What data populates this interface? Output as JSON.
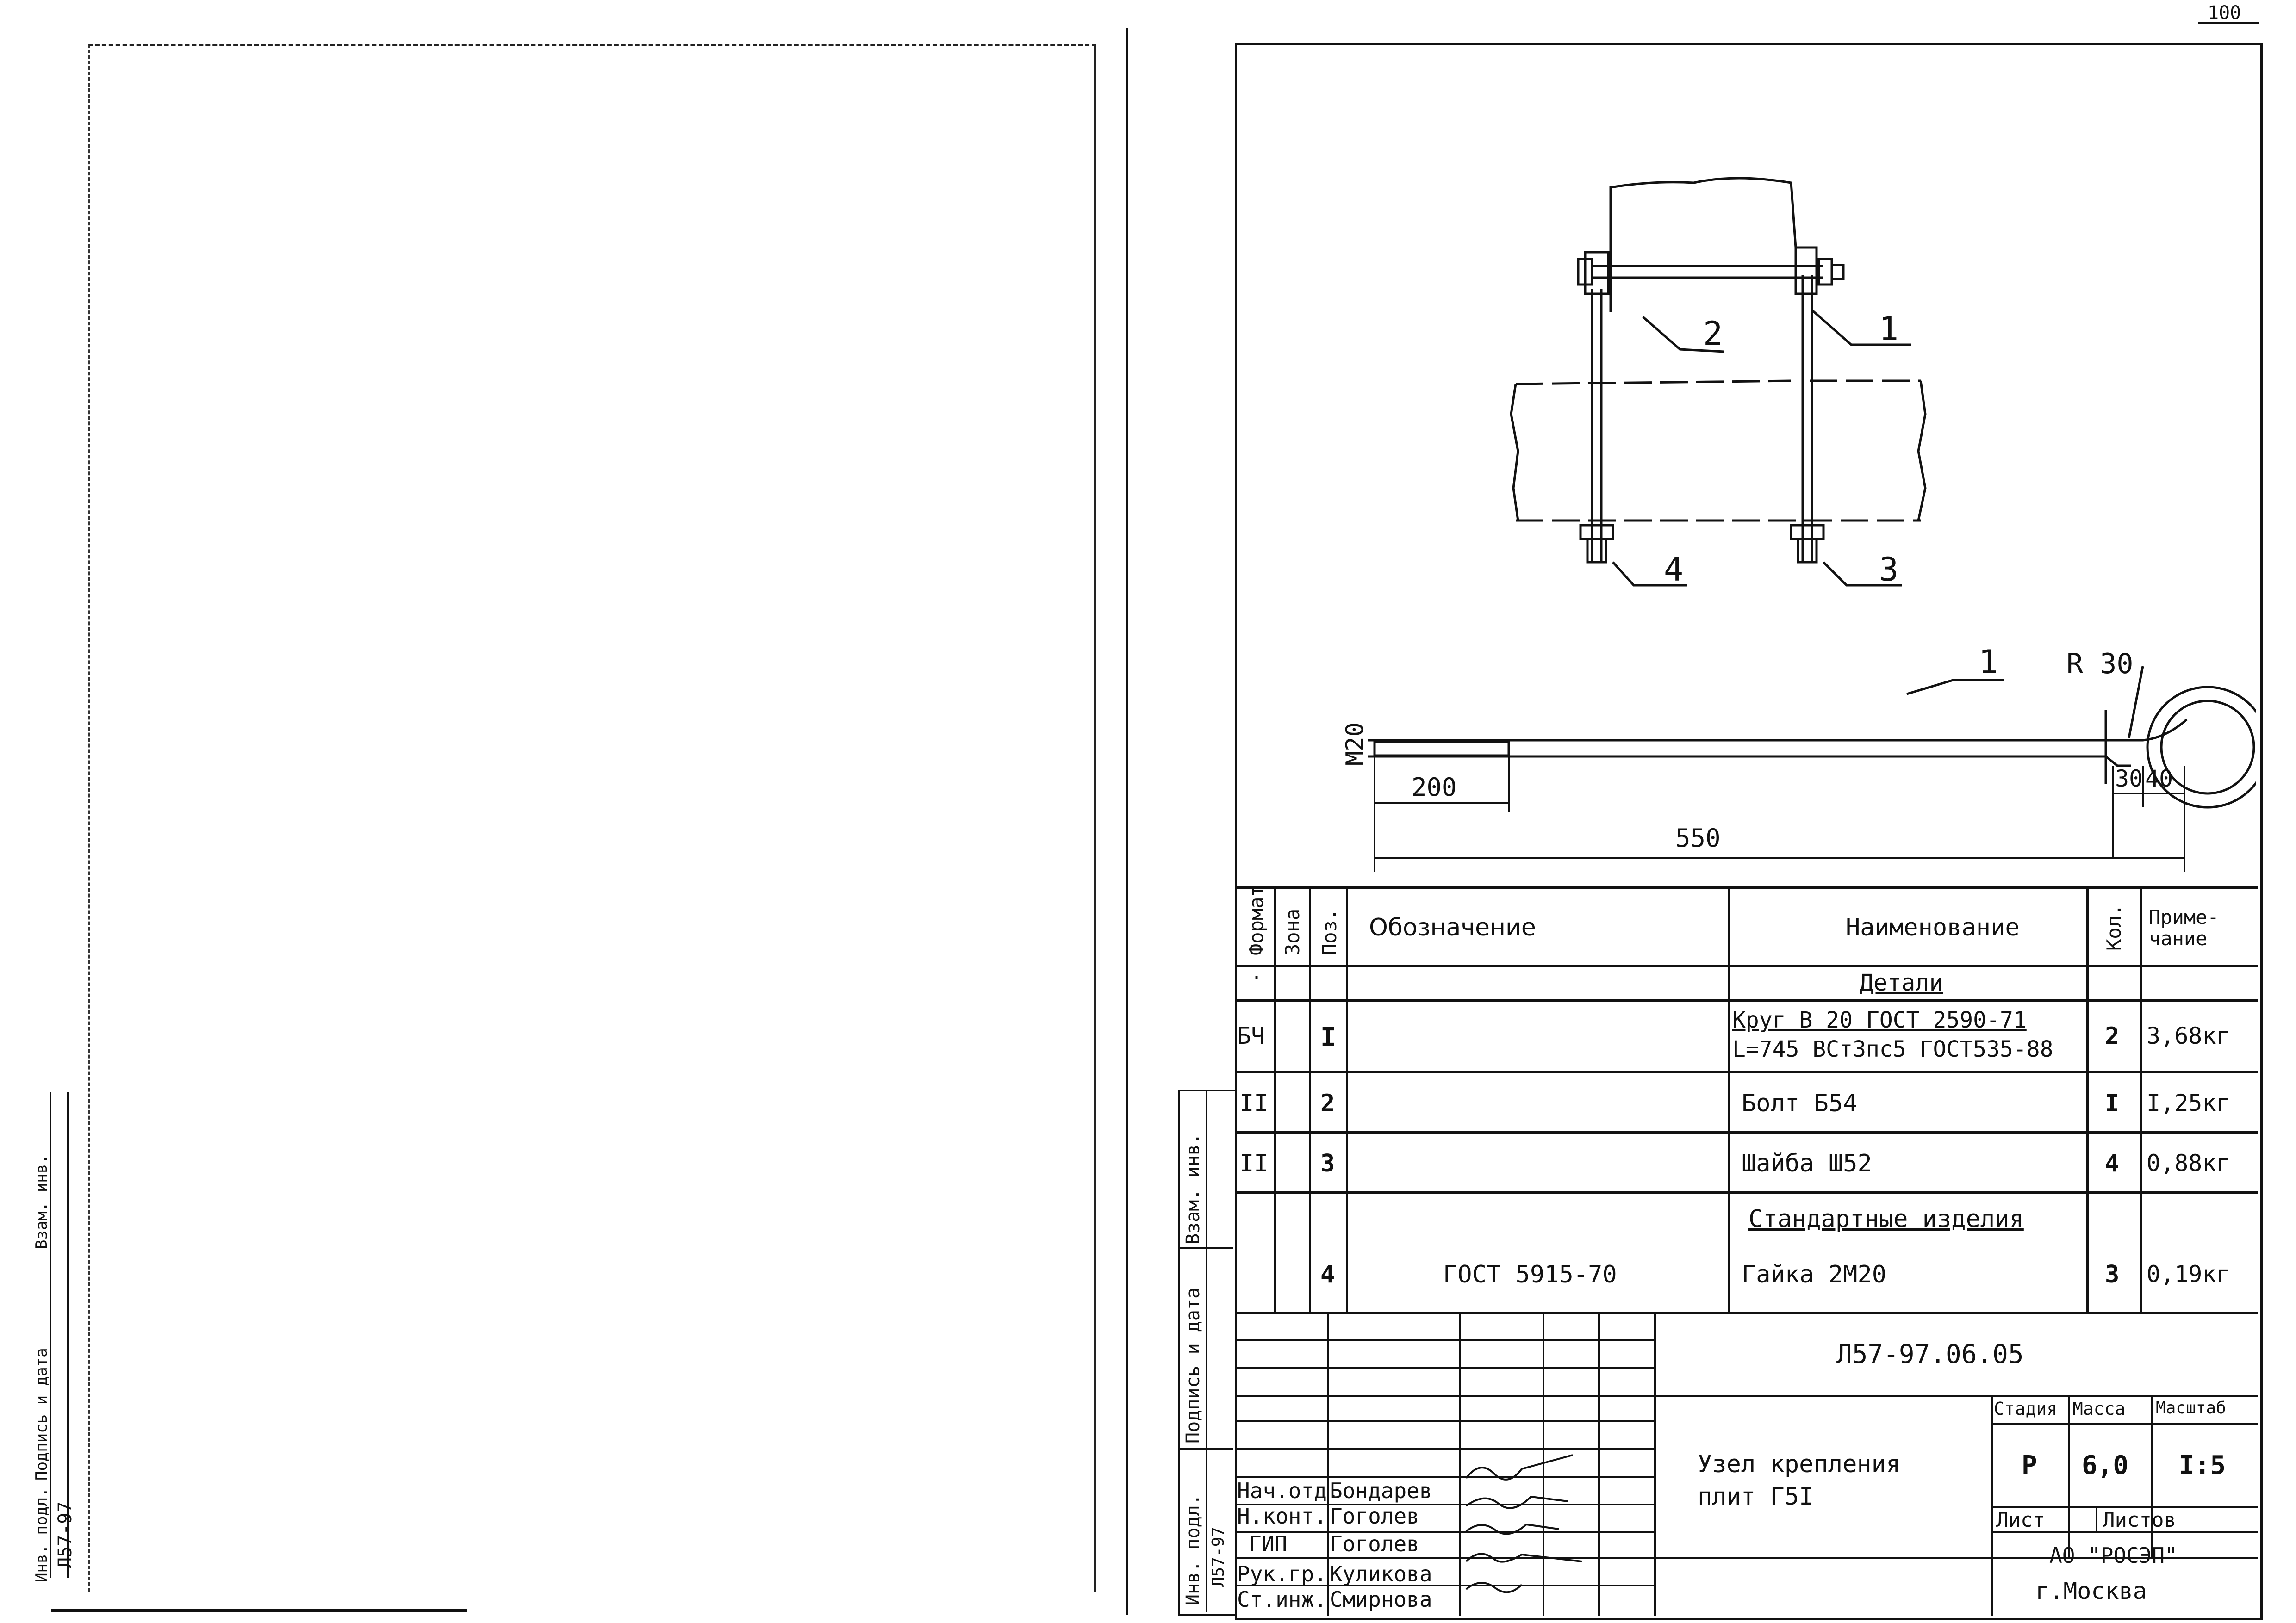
{
  "sheet_number": "100",
  "left_page": {
    "margin_stamp": [
      "Л57-97"
    ],
    "margin_field_labels": [
      "Инв. подл.",
      "Подпись и дата",
      "Взам. инв."
    ]
  },
  "left_margin": {
    "stamp_code": "Л57-97",
    "labels": [
      "Инв. подл.",
      "Подпись и дата",
      "Взам. инв."
    ]
  },
  "drawing": {
    "leaders": [
      "2",
      "1",
      "4",
      "3",
      "1"
    ],
    "radius_label": "R 30",
    "thread_label": "M20",
    "dims": [
      "200",
      "550",
      "30",
      "40"
    ]
  },
  "spec_table": {
    "headers": {
      "format": "Формат",
      "zone": "Зона",
      "pos": "Поз.",
      "designation": "Обозначение",
      "name": "Наименование",
      "qty": "Кол.",
      "note": "Приме-чание"
    },
    "section_details": "Детали",
    "section_standard": "Стандартные изделия",
    "rows": [
      {
        "format": "БЧ",
        "pos": "I",
        "designation": "",
        "name_line1": "Круг В 20 ГОСТ 2590-71",
        "name_line2": "L=745 ВСт3пс5 ГОСТ535-88",
        "qty": "2",
        "note": "3,68кг"
      },
      {
        "format": "II",
        "pos": "2",
        "designation": "",
        "name_line1": "Болт Б54",
        "qty": "I",
        "note": "I,25кг"
      },
      {
        "format": "II",
        "pos": "3",
        "designation": "",
        "name_line1": "Шайба Ш52",
        "qty": "4",
        "note": "0,88кг"
      },
      {
        "format": "",
        "pos": "4",
        "designation": "ГОСТ 5915-70",
        "name_line1": "Гайка 2М20",
        "qty": "3",
        "note": "0,19кг"
      }
    ]
  },
  "title_block": {
    "doc_code": "Л57-97.06.05",
    "title_line1": "Узел крепления",
    "title_line2": "плит  Г5I",
    "stage_label": "Стадия",
    "mass_label": "Масса",
    "scale_label": "Масштаб",
    "stage": "Р",
    "mass": "6,0",
    "scale": "I:5",
    "sheet_label": "Лист",
    "sheets_label": "Листов",
    "org_line1": "АО  \"РОСЭП\"",
    "org_line2": "г.Москва",
    "staff": [
      {
        "role": "Нач.отд.",
        "name": "Бондарев"
      },
      {
        "role": "Н.конт.",
        "name": "Гоголев"
      },
      {
        "role": "ГИП",
        "name": "Гоголев"
      },
      {
        "role": "Рук.гр.",
        "name": "Куликова"
      },
      {
        "role": "Ст.инж.",
        "name": "Смирнова"
      }
    ],
    "side_code": "Л57-97"
  }
}
